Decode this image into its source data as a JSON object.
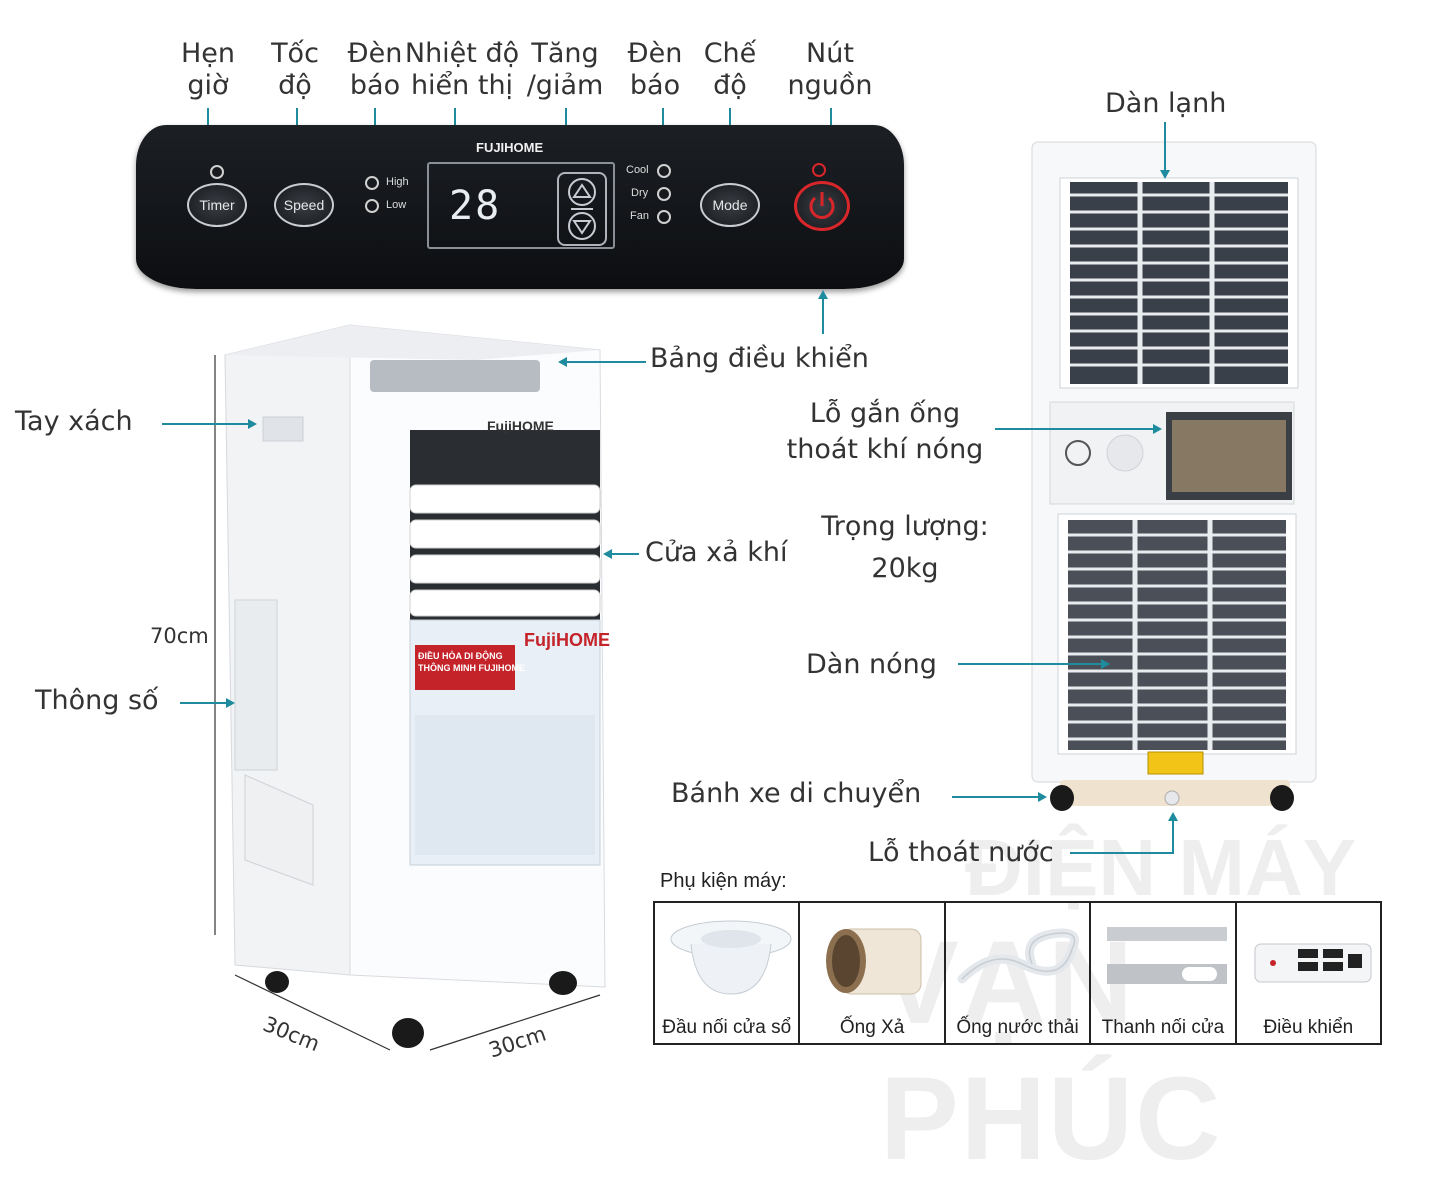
{
  "panel_labels": {
    "timer": "Hẹn\ngiờ",
    "speed": "Tốc\nđộ",
    "indicator1": "Đèn\nbáo",
    "temp_display": "Nhiệt độ\nhiển thị",
    "up_down": "Tăng\n/giảm",
    "indicator2": "Đèn\nbáo",
    "mode": "Chế\nđộ",
    "power": "Nút\nnguồn"
  },
  "panel": {
    "brand": "FUJIHOME",
    "timer_btn": "Timer",
    "speed_btn": "Speed",
    "mode_btn": "Mode",
    "high": "High",
    "low": "Low",
    "cool": "Cool",
    "dry": "Dry",
    "fan": "Fan",
    "display_value": "28"
  },
  "front_labels": {
    "control_panel": "Bảng điều khiển",
    "handle": "Tay xách",
    "air_outlet": "Cửa xả khí",
    "specs": "Thông số",
    "height": "70cm",
    "width": "30cm",
    "depth": "30cm",
    "brand": "FujiHOME",
    "poster_brand": "FujiHOME",
    "poster_title": "ĐIỀU HÒA DI ĐỘNG\nTHÔNG MINH FUJIHOME"
  },
  "back_labels": {
    "evaporator": "Dàn lạnh",
    "exhaust_port": "Lỗ gắn ống\nthoát khí nóng",
    "weight": "Trọng lượng:\n20kg",
    "condenser": "Dàn nóng",
    "wheels": "Bánh xe di chuyển",
    "drain": "Lỗ thoát nước"
  },
  "accessories": {
    "title": "Phụ kiện máy:",
    "items": [
      {
        "name": "Đầu nối cửa sổ",
        "icon": "window-connector-icon"
      },
      {
        "name": "Ống Xả",
        "icon": "exhaust-hose-icon"
      },
      {
        "name": "Ống nước thải",
        "icon": "drain-hose-icon"
      },
      {
        "name": "Thanh nối cửa",
        "icon": "window-bar-icon"
      },
      {
        "name": "Điều khiển",
        "icon": "remote-icon"
      }
    ]
  },
  "watermark": {
    "line1": "ĐIỆN MÁY",
    "line2": "VẠN PHÚC"
  },
  "colors": {
    "accent": "#1e8b9e",
    "panel": "#111317",
    "power_red": "#d8262b"
  }
}
